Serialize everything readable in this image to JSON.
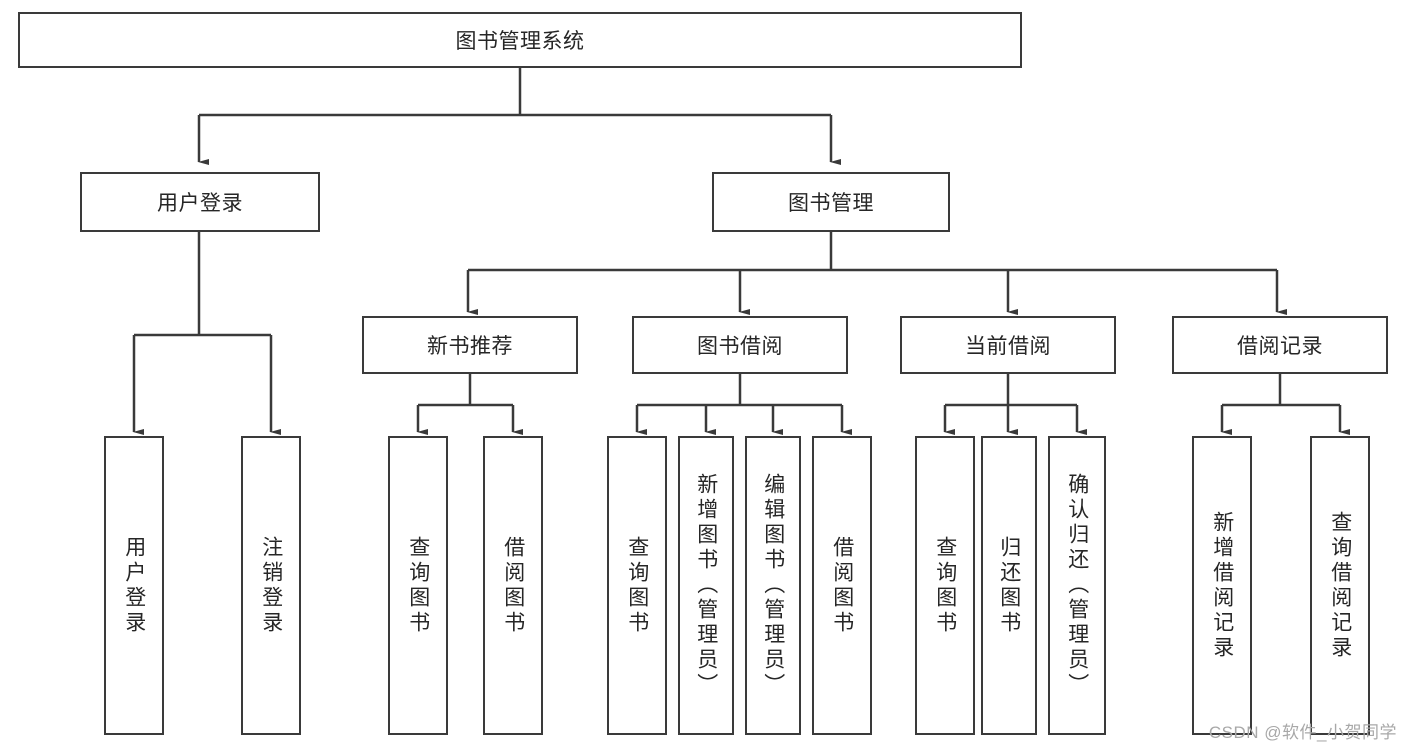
{
  "diagram": {
    "title": "图书管理系统",
    "type": "tree-hierarchy-diagram",
    "root": {
      "label": "图书管理系统"
    },
    "level1": [
      {
        "label": "用户登录"
      },
      {
        "label": "图书管理"
      }
    ],
    "level2": [
      {
        "label": "新书推荐"
      },
      {
        "label": "图书借阅"
      },
      {
        "label": "当前借阅"
      },
      {
        "label": "借阅记录"
      }
    ],
    "leaves": {
      "user_login": [
        {
          "label": "用户登录"
        },
        {
          "label": "注销登录"
        }
      ],
      "new_book_recommend": [
        {
          "label": "查询图书"
        },
        {
          "label": "借阅图书"
        }
      ],
      "book_borrow": [
        {
          "label": "查询图书"
        },
        {
          "label": "新增图书（管理员）"
        },
        {
          "label": "编辑图书（管理员）"
        },
        {
          "label": "借阅图书"
        }
      ],
      "current_borrow": [
        {
          "label": "查询图书"
        },
        {
          "label": "归还图书"
        },
        {
          "label": "确认归还（管理员）"
        }
      ],
      "borrow_record": [
        {
          "label": "新增借阅记录"
        },
        {
          "label": "查询借阅记录"
        }
      ]
    }
  },
  "watermark": {
    "text": "CSDN @软件_小贺同学"
  },
  "colors": {
    "stroke": "#3a3a3a",
    "text": "#262626",
    "background": "#ffffff",
    "watermark": "#a8a8a8"
  }
}
